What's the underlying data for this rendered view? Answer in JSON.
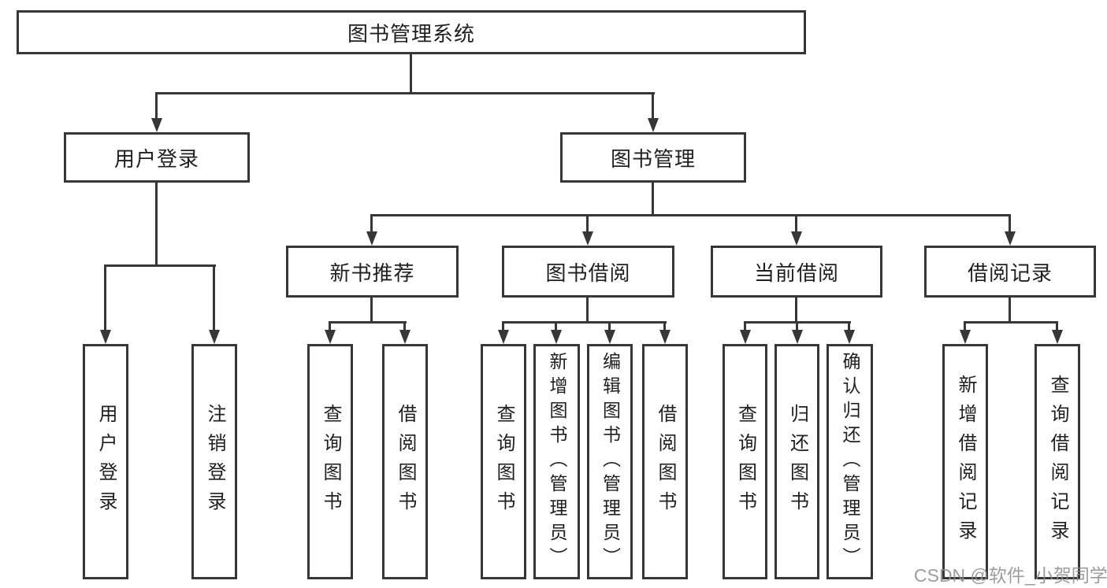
{
  "diagram": {
    "root": {
      "label": "图书管理系统"
    },
    "branches": {
      "user_login": {
        "label": "用户登录",
        "children": {
          "login": "用户登录",
          "logout": "注销登录"
        }
      },
      "book_management": {
        "label": "图书管理"
      }
    },
    "modules": {
      "new_book_recommend": {
        "label": "新书推荐",
        "children": {
          "query_books": "查询图书",
          "borrow_books": "借阅图书"
        }
      },
      "book_borrowing": {
        "label": "图书借阅",
        "children": {
          "query_books": "查询图书",
          "add_books": "新增图书（管理员）",
          "edit_books": "编辑图书（管理员）",
          "borrow_books": "借阅图书"
        }
      },
      "current_borrowing": {
        "label": "当前借阅",
        "children": {
          "query_books": "查询图书",
          "return_books": "归还图书",
          "confirm_return": "确认归还（管理员）"
        }
      },
      "borrowing_records": {
        "label": "借阅记录",
        "children": {
          "add_record": "新增借阅记录",
          "query_record": "查询借阅记录"
        }
      }
    },
    "watermark": "CSDN @软件_小贺同学"
  },
  "colors": {
    "line": "#373737",
    "text": "#1f1f1f",
    "watermark": "#8c8c8c",
    "background": "#ffffff"
  }
}
